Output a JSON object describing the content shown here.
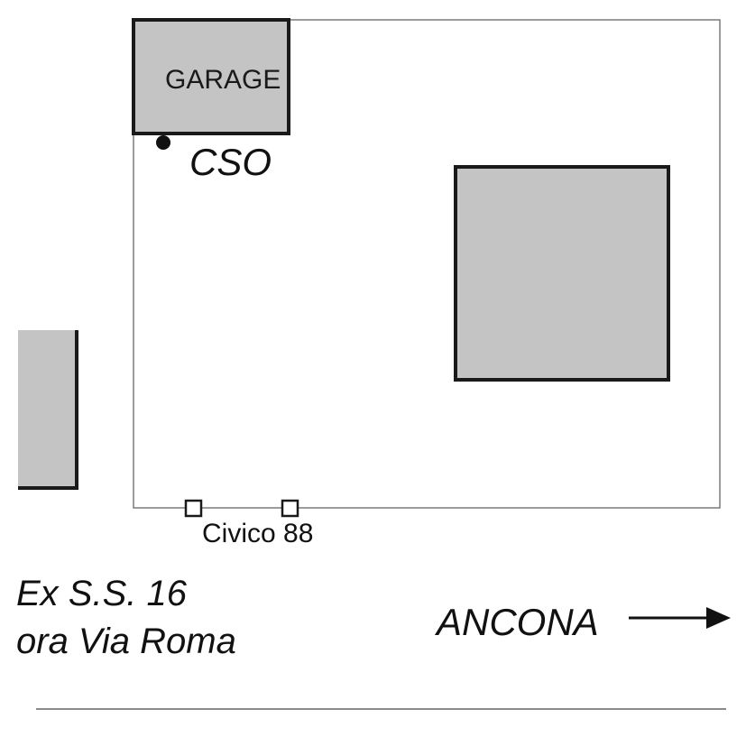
{
  "labels": {
    "garage": "GARAGE",
    "cso": "CSO",
    "civico": "Civico 88",
    "road_line1": "Ex S.S. 16",
    "road_line2": "ora Via Roma",
    "direction": "ANCONA"
  },
  "colors": {
    "building_fill": "#c4c4c4",
    "outline": "#1a1a1a",
    "lot_border": "#7a7a7a",
    "text": "#111111"
  },
  "icons": {
    "cso_marker": "filled-dot",
    "gate_markers": "hollow-square",
    "direction_arrow": "arrow-right"
  }
}
